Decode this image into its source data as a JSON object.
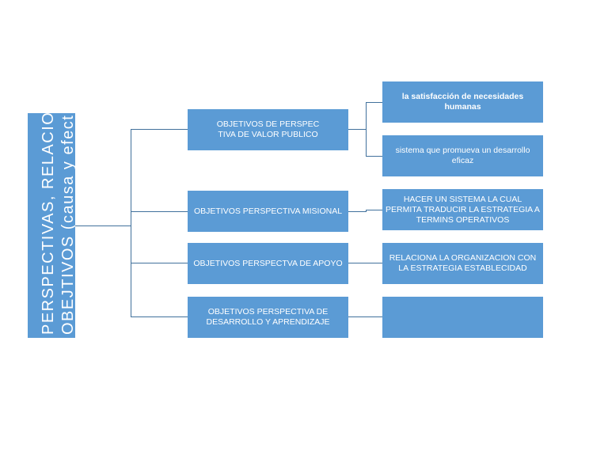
{
  "root": {
    "line1": "PERSPECTIVAS, RELACION",
    "line2": "OBEJTIVOS (causa y efect"
  },
  "perspectives": [
    {
      "label": "OBJETIVOS DE PERSPEC TIVA DE VALOR PUBLICO",
      "children": [
        "la satisfacción de necesidades humanas",
        "sistema que promueva un desarrollo eficaz"
      ]
    },
    {
      "label": "OBJETIVOS PERSPECTIVA MISIONAL",
      "children": [
        "HACER  UN SISTEMA LA CUAL PERMITA TRADUCIR LA ESTRATEGIA A TERMINS OPERATIVOS"
      ]
    },
    {
      "label": "OBJETIVOS PERSPECTVA DE APOYO",
      "children": [
        "RELACIONA LA ORGANIZACION CON LA ESTRATEGIA ESTABLECIDAD"
      ]
    },
    {
      "label": "OBJETIVOS PERSPECTIVA DE DESARROLLO Y APRENDIZAJE",
      "children": [
        ""
      ]
    }
  ],
  "colors": {
    "box": "#5b9bd5",
    "connector": "#41719c"
  }
}
